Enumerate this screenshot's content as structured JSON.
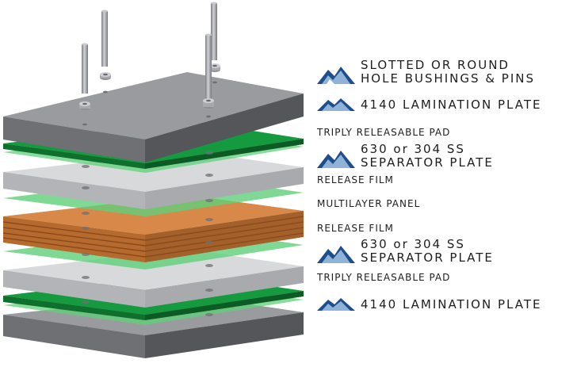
{
  "colors": {
    "steel_top": "#9a9b9e",
    "steel_front": "#6f7073",
    "steel_side": "#55565a",
    "green_dark": "#169a3f",
    "green_light": "#5fd07a",
    "release_film": "#d8d9db",
    "release_front": "#a9aaad",
    "copper_top": "#d8894a",
    "copper_layer": "#b66a2e",
    "copper_dark": "#8a4a1e",
    "logo_blue": "#1f4e8c",
    "logo_light": "#8fb2d8"
  },
  "labels": {
    "bushings_line1": "SLOTTED OR ROUND",
    "bushings_line2": "HOLE BUSHINGS & PINS",
    "top_plate": "4140 LAMINATION PLATE",
    "top_pad": "TRIPLY RELEASABLE PAD",
    "top_sep_line1": "630 or 304 SS",
    "top_sep_line2": "SEPARATOR PLATE",
    "release_film_top": "RELEASE FILM",
    "multilayer_panel": "MULTILAYER PANEL",
    "release_film_bottom": "RELEASE FILM",
    "bottom_sep_line1": "630 or 304 SS",
    "bottom_sep_line2": "SEPARATOR PLATE",
    "bottom_pad": "TRIPLY RELEASABLE PAD",
    "bottom_plate": "4140 LAMINATION PLATE"
  },
  "icons": {
    "brand_logo": "mountain-logo-icon"
  }
}
